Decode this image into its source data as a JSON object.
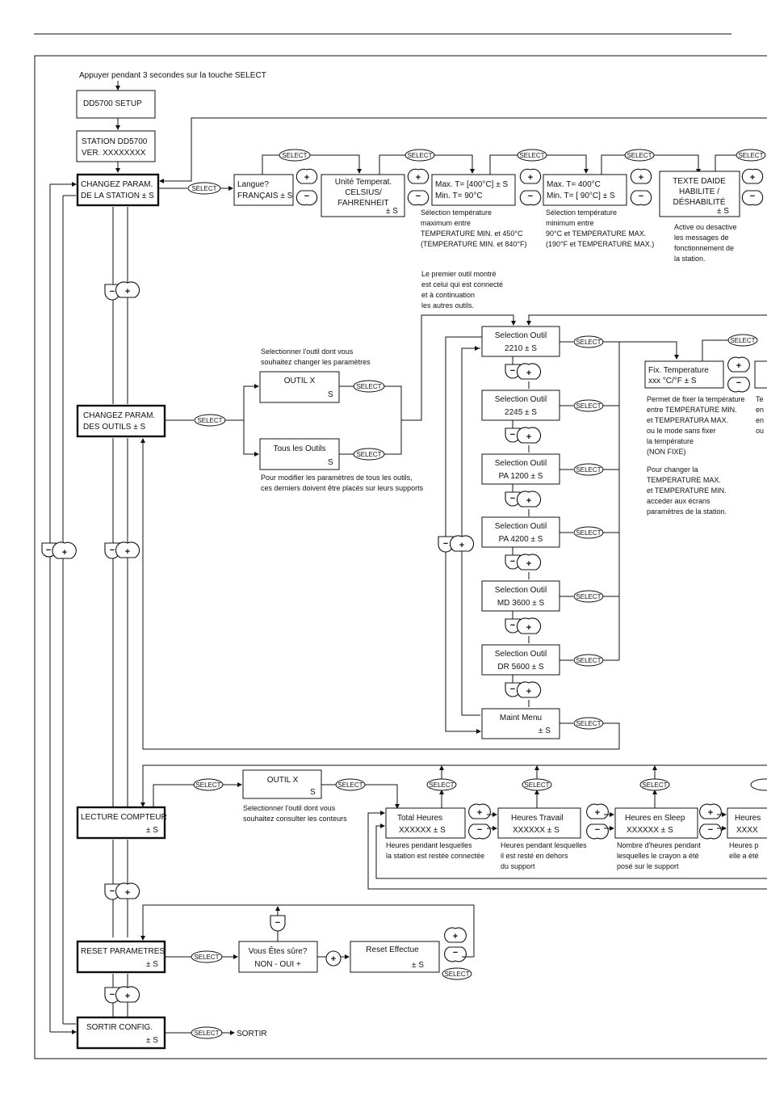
{
  "instruction": "Appuyer pendant 3 secondes sur la touche SELECT",
  "boxes": {
    "setup": "DD5700 SETUP",
    "station_l1": "STATION DD5700",
    "station_l2": "VER.  XXXXXXXX",
    "chg_station_l1": "CHANGEZ PARAM.",
    "chg_station_l2": "DE LA STATION ± S",
    "langue_l1": "Langue?",
    "langue_l2": "FRANÇAIS ± S",
    "unite_l1": "Unité Temperat.",
    "unite_l2": "CELSIUS/",
    "unite_l3": "FAHRENHEIT",
    "unite_l4": "± S",
    "max_l1": "Max. T= [400°C] ±  S",
    "max_l2": "Min. T=     90°C",
    "min_l1": "Max. T=  400°C",
    "min_l2": "Min. T= [  90°C]  ±  S",
    "texte_l1": "TEXTE DAIDE",
    "texte_l2": "HABILITE /",
    "texte_l3": "DÉSHABILITÉ",
    "texte_l4": "±  S",
    "chg_outils_l1": "CHANGEZ PARAM.",
    "chg_outils_l2": "DES OUTILS      ± S",
    "outil_x": "OUTIL X",
    "s": "S",
    "tous_outils": "Tous les Outils",
    "sel_outil": "Selection Outil",
    "fix_l1": "Fix. Temperature",
    "fix_l2": "xxx °C/°F        ±  S",
    "lecture_l1": "LECTURE COMPTEUR",
    "lecture_l2": "± S",
    "outil_x2": "OUTIL X",
    "total_l1": "Total Heures",
    "total_l2": "XXXXXX      ± S",
    "travail_l1": "Heures Travail",
    "travail_l2": "XXXXXX       ± S",
    "sleep_l1": "Heures en Sleep",
    "sleep_l2": "XXXXXX       ± S",
    "heures_cut_l1": "Heures",
    "heures_cut_l2": "XXXX",
    "reset_l1": "RESET PARAMETRES",
    "reset_l2": "± S",
    "vous_l1": "Vous Êtes sûre?",
    "vous_l2": "NON -   OUI +",
    "reset_eff_l1": "Reset Effectue",
    "reset_eff_l2": "±  S",
    "sortir_cfg_l1": "SORTIR CONFIG.",
    "sortir_cfg_l2": "± S",
    "sortir": "SORTIR"
  },
  "tools": [
    {
      "code": "2210",
      "suffix": "±  S"
    },
    {
      "code": "2245",
      "suffix": "±  S"
    },
    {
      "code": "PA 1200",
      "suffix": "±  S"
    },
    {
      "code": "PA 4200",
      "suffix": "±  S"
    },
    {
      "code": "MD 3600",
      "suffix": "±  S"
    },
    {
      "code": "DR 5600",
      "suffix": "±  S"
    }
  ],
  "maint_menu_l1": "Maint Menu",
  "maint_menu_l2": "±  S",
  "buttons": {
    "select": "SELECT",
    "plus": "+",
    "minus": "−"
  },
  "notes": {
    "max_desc": [
      "Sélection température",
      "maximum entre",
      "TEMPERATURE MIN. et 450°C",
      "(TEMPERATURE MIN. et 840°F)"
    ],
    "min_desc": [
      "Sélection température",
      "minimum entre",
      "90°C et TEMPERATURE MAX.",
      "(190°F et TEMPERATURE MAX.)"
    ],
    "texte_desc": [
      "Active ou desactive",
      "les messages de",
      "fonctionnement de",
      "la station."
    ],
    "premier_outil": [
      "Le premier outil montré",
      "est celui qui est connecté",
      "et à continuation",
      "les autres outils."
    ],
    "selectionner_outil": [
      "Selectionner l'outil dont vous",
      "souhaitez changer les paramètres"
    ],
    "tous_desc": [
      "Pour modifier les paramètres de tous les outils,",
      "ces derniers doivent être placés sur leurs supports"
    ],
    "fix_desc": [
      "Permet de fixer la température",
      "entre TEMPERATURE MIN.",
      "et TEMPERATURA MAX.",
      "ou le mode sans fixer",
      "la température",
      "(NON FIXE)"
    ],
    "fix_desc2": [
      "Pour changer la",
      "TEMPERATURE MAX.",
      "et TEMPERATURE MIN.",
      "acceder aux écrans",
      "paramètres de la station."
    ],
    "cut_right": [
      "Te",
      "en",
      "en",
      "ou"
    ],
    "consulter": [
      "Selectionner l'outil dont vous",
      "souhaitez consulter les conteurs"
    ],
    "total_desc": [
      "Heures pendant lesquelles",
      "la station est restée connectée"
    ],
    "travail_desc": [
      "Heures pendant lesquelles",
      "il est resté en dehors",
      "du support"
    ],
    "sleep_desc": [
      "Nombre d'heures pendant",
      "lesquelles le crayon a été",
      "posé sur le support"
    ],
    "cut_heures_desc": [
      "Heures p",
      "elle a été"
    ]
  }
}
